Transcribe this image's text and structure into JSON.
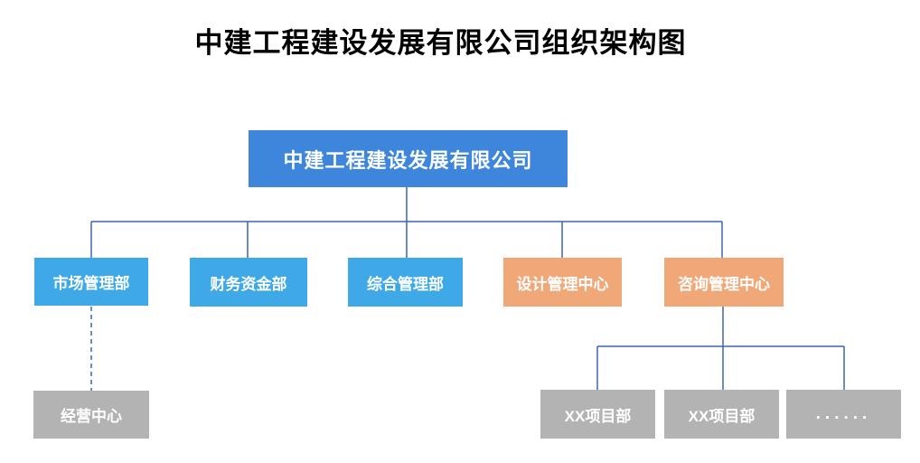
{
  "title": "中建工程建设发展有限公司组织架构图",
  "colors": {
    "root_blue": "#3E86DB",
    "dept_blue": "#3FA9E8",
    "center_orange": "#F0A878",
    "sub_gray": "#B3B3B3",
    "line_blue": "#3A67AD",
    "title_black": "#000000"
  },
  "org": {
    "root": {
      "label": "中建工程建设发展有限公司"
    },
    "level2": [
      {
        "label": "市场管理部",
        "type": "department"
      },
      {
        "label": "财务资金部",
        "type": "department"
      },
      {
        "label": "综合管理部",
        "type": "department"
      },
      {
        "label": "设计管理中心",
        "type": "center"
      },
      {
        "label": "咨询管理中心",
        "type": "center"
      }
    ],
    "market_children": [
      {
        "label": "经营中心",
        "link_style": "dashed"
      }
    ],
    "consulting_children": [
      {
        "label": "XX项目部",
        "link_style": "solid"
      },
      {
        "label": "XX项目部",
        "link_style": "solid"
      },
      {
        "label": "......",
        "link_style": "solid"
      }
    ]
  }
}
